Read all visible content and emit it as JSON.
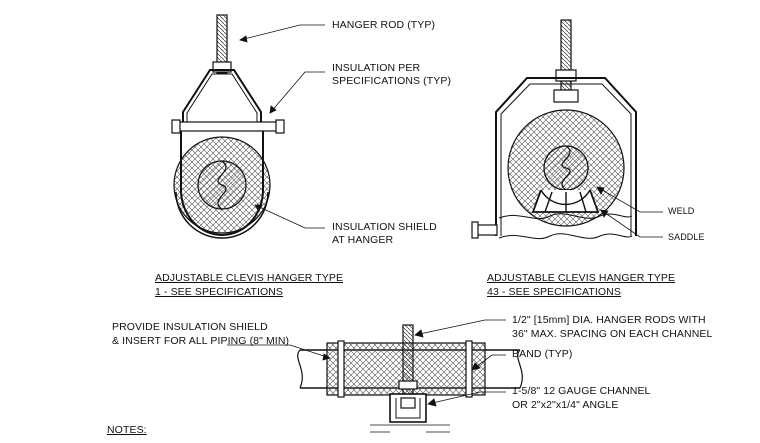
{
  "callouts": {
    "hanger_rod": "HANGER ROD (TYP)",
    "insulation_per_1": "INSULATION PER",
    "insulation_per_2": "SPECIFICATIONS (TYP)",
    "shield_1": "INSULATION SHIELD",
    "shield_2": "AT HANGER",
    "weld": "WELD",
    "saddle": "SADDLE",
    "provide_1": "PROVIDE INSULATION SHIELD",
    "provide_2": "& INSERT FOR ALL PIPING (8\" MIN)",
    "rods_1": "1/2\" [15mm] DIA. HANGER RODS WITH",
    "rods_2": "36\" MAX. SPACING ON EACH CHANNEL",
    "band": "BAND (TYP)",
    "channel_1": "1-5/8\" 12 GAUGE CHANNEL",
    "channel_2": "OR 2\"x2\"x1/4\" ANGLE"
  },
  "titles": {
    "type1_line1": "ADJUSTABLE CLEVIS HANGER TYPE",
    "type1_line2": "1 - SEE SPECIFICATIONS",
    "type43_line1": "ADJUSTABLE CLEVIS HANGER TYPE",
    "type43_line2": "43 - SEE SPECIFICATIONS"
  },
  "notes": {
    "heading": "NOTES:"
  }
}
